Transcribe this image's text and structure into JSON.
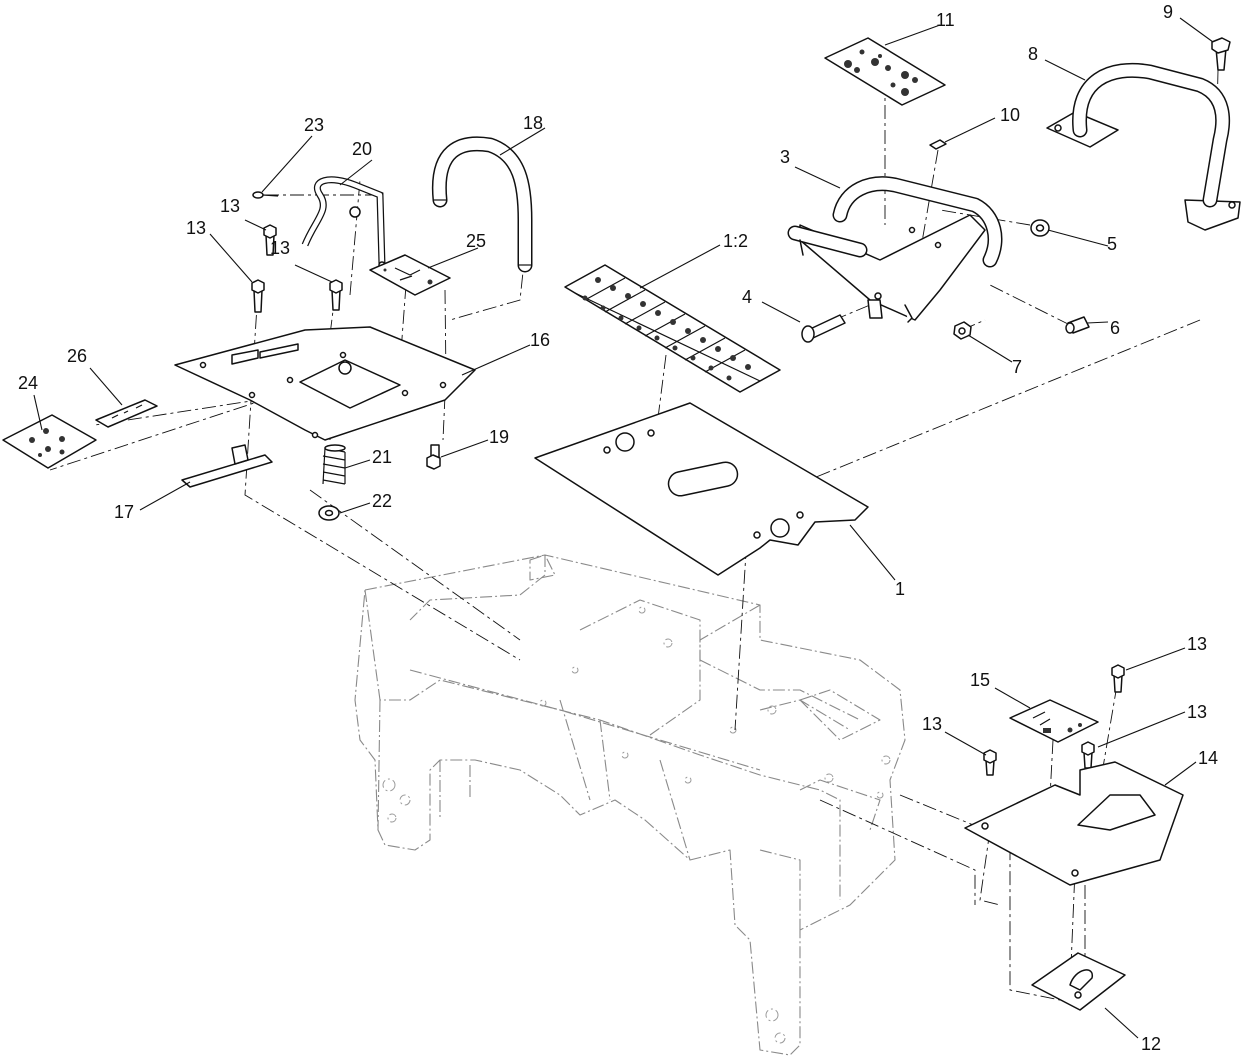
{
  "diagram": {
    "callouts": [
      {
        "id": "c1",
        "text": "1"
      },
      {
        "id": "c1-2",
        "text": "1:2"
      },
      {
        "id": "c3",
        "text": "3"
      },
      {
        "id": "c4",
        "text": "4"
      },
      {
        "id": "c5",
        "text": "5"
      },
      {
        "id": "c6",
        "text": "6"
      },
      {
        "id": "c7",
        "text": "7"
      },
      {
        "id": "c8",
        "text": "8"
      },
      {
        "id": "c9",
        "text": "9"
      },
      {
        "id": "c10",
        "text": "10"
      },
      {
        "id": "c11",
        "text": "11"
      },
      {
        "id": "c12",
        "text": "12"
      },
      {
        "id": "c13a",
        "text": "13"
      },
      {
        "id": "c13b",
        "text": "13"
      },
      {
        "id": "c13c",
        "text": "13"
      },
      {
        "id": "c13d",
        "text": "13"
      },
      {
        "id": "c13e",
        "text": "13"
      },
      {
        "id": "c13f",
        "text": "13"
      },
      {
        "id": "c14",
        "text": "14"
      },
      {
        "id": "c15",
        "text": "15"
      },
      {
        "id": "c16",
        "text": "16"
      },
      {
        "id": "c17",
        "text": "17"
      },
      {
        "id": "c18",
        "text": "18"
      },
      {
        "id": "c19",
        "text": "19"
      },
      {
        "id": "c20",
        "text": "20"
      },
      {
        "id": "c21",
        "text": "21"
      },
      {
        "id": "c22",
        "text": "22"
      },
      {
        "id": "c23",
        "text": "23"
      },
      {
        "id": "c24",
        "text": "24"
      },
      {
        "id": "c25",
        "text": "25"
      },
      {
        "id": "c26",
        "text": "26"
      }
    ]
  },
  "colors": {
    "line": "#111111",
    "ghost": "#8a8a8a",
    "background": "#ffffff"
  }
}
